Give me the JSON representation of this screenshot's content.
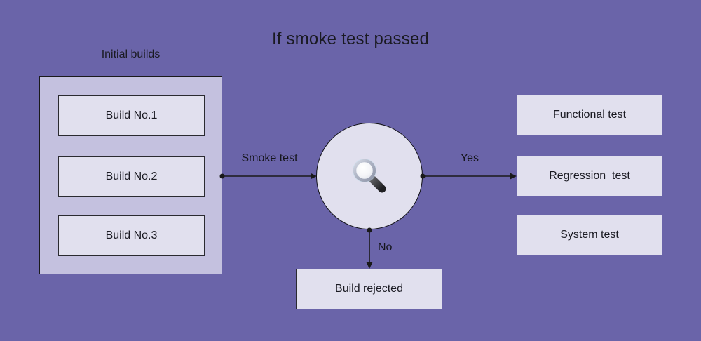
{
  "title": "If smoke test passed",
  "colors": {
    "background": "#6A64A9",
    "container_fill": "#C4C1DF",
    "node_fill": "#E1E0EE",
    "stroke": "#1A1A1A"
  },
  "initial_builds": {
    "label": "Initial builds",
    "items": [
      {
        "label": "Build No.1"
      },
      {
        "label": "Build No.2"
      },
      {
        "label": "Build No.3"
      }
    ]
  },
  "decision_node": {
    "icon": "magnifying-glass"
  },
  "edges": {
    "smoke_test_label": "Smoke test",
    "yes_label": "Yes",
    "no_label": "No"
  },
  "outcome_nodes": {
    "functional": "Functional test",
    "regression": "Regression  test",
    "system": "System test",
    "rejected": "Build rejected"
  }
}
